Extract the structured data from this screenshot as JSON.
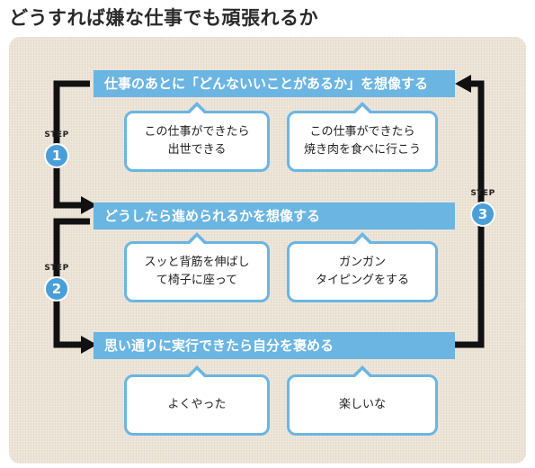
{
  "title": "どうすれば嫌な仕事でも頑張れるか",
  "steps": [
    {
      "label": "STEP",
      "number": "1",
      "heading": "仕事のあとに「どんないいことがあるか」を想像する",
      "bubbles": [
        "この仕事ができたら\n出世できる",
        "この仕事ができたら\n焼き肉を食べに行こう"
      ]
    },
    {
      "label": "STEP",
      "number": "2",
      "heading": "どうしたら進められるかを想像する",
      "bubbles": [
        "スッと背筋を伸ばし\nて椅子に座って",
        "ガンガン\nタイピングをする"
      ]
    },
    {
      "label": "STEP",
      "number": "3",
      "heading": "思い通りに実行できたら自分を褒める",
      "bubbles": [
        "よくやった",
        "楽しいな"
      ]
    }
  ],
  "colors": {
    "bar": "#6bb5e2",
    "circle": "#4a9fd8",
    "panel": "#ece3d6",
    "arrow": "#111111"
  }
}
